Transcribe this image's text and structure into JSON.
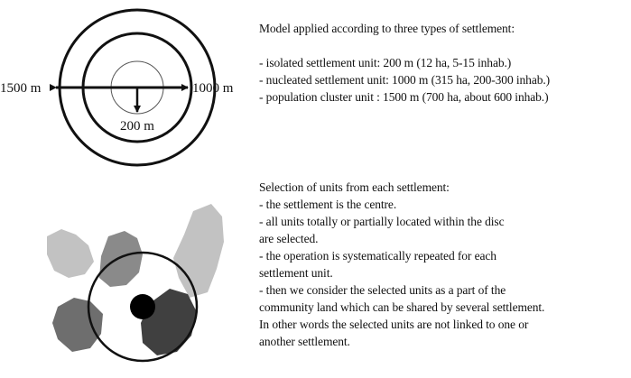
{
  "model": {
    "heading": "Model applied according to three types of settlement:",
    "items": [
      "- isolated settlement unit: 200 m (12 ha, 5-15 inhab.)",
      "- nucleated settlement unit: 1000 m (315 ha, 200-300 inhab.)",
      "- population cluster unit : 1500 m (700 ha, about 600 inhab.)"
    ]
  },
  "radii_diagram": {
    "label_left": "1500 m",
    "label_right": "1000 m",
    "label_center": "200 m"
  },
  "selection": {
    "lines": [
      "Selection of units from each settlement:",
      "- the settlement is the centre.",
      "- all units totally or partially located within the disc",
      "are selected.",
      "- the operation is systematically repeated for each",
      "settlement unit.",
      "- then we consider the selected units as a part of the",
      "community land which can be shared by several settlement.",
      "In other words the selected units are not linked to one or",
      "another settlement."
    ]
  },
  "colors": {
    "ink": "#111111",
    "unit_light": "#c2c2c2",
    "unit_mid": "#8a8a8a",
    "unit_dark": "#6e6e6e",
    "unit_darkest": "#404040"
  }
}
